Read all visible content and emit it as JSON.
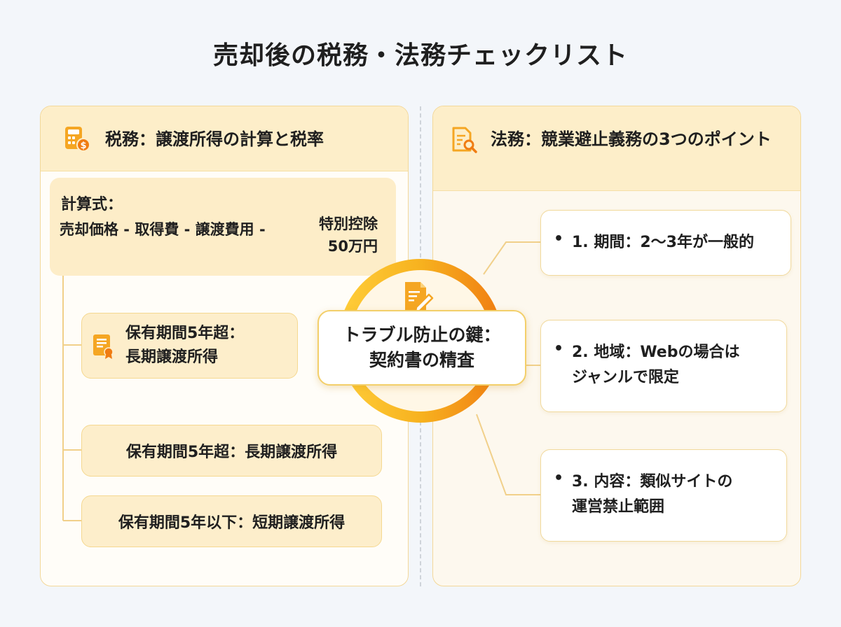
{
  "title": "売却後の税務・法務チェックリスト",
  "tax": {
    "heading": "税務：譲渡所得の計算と税率",
    "icon": "calculator-dollar-icon",
    "formula_label": "計算式：",
    "formula_parts": "売却価格 - 取得費 - 譲渡費用 -",
    "formula_last_1": "特別控除",
    "formula_last_2": "50万円",
    "card1_line1": "保有期間5年超：",
    "card1_line2": "長期譲渡所得",
    "card1_icon": "certificate-icon",
    "card2": "保有期間5年超：長期譲渡所得",
    "card3": "保有期間5年以下：短期譲渡所得"
  },
  "center": {
    "line1": "トラブル防止の鍵：",
    "line2": "契約書の精査",
    "icon": "document-pen-icon"
  },
  "legal": {
    "heading": "法務：競業避止義務の3つのポイント",
    "icon": "document-search-icon",
    "bullet": "•",
    "p1": "1. 期間：2〜3年が一般的",
    "p2_line1": "2. 地域：Webの場合は",
    "p2_line2": "ジャンルで限定",
    "p3_line1": "3. 内容：類似サイトの",
    "p3_line2": "運営禁止範囲"
  },
  "colors": {
    "accent": "#f5a623",
    "accent_dark": "#f07c12",
    "panel_head": "#fdeec9",
    "card_fill": "#fdeecb",
    "border": "#f3d899"
  }
}
